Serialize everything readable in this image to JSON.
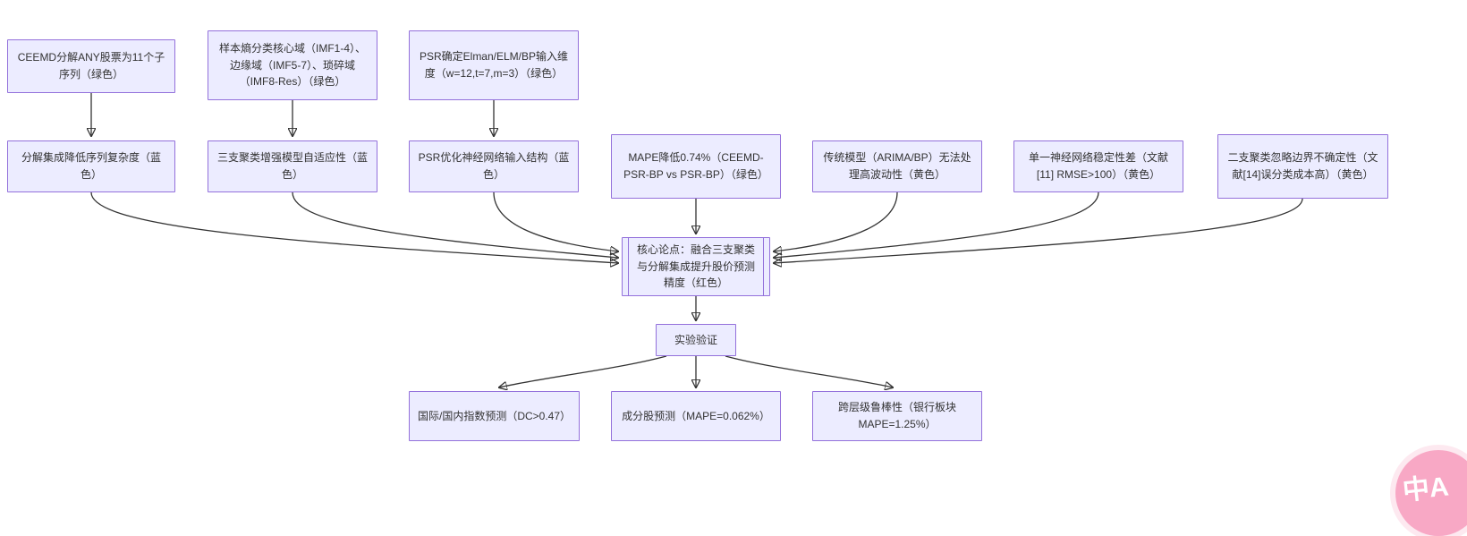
{
  "diagram": {
    "type": "flowchart",
    "nodes": {
      "A": "CEEMD分解ANY股票为11个子序列（绿色）",
      "B": "样本熵分类核心域（IMF1-4）、边缘域（IMF5-7）、琐碎域（IMF8-Res）（绿色）",
      "C": "PSR确定Elman/ELM/BP输入维度（w=12,t=7,m=3）（绿色）",
      "D": "分解集成降低序列复杂度（蓝色）",
      "E": "三支聚类增强模型自适应性（蓝色）",
      "F": "PSR优化神经网络输入结构（蓝色）",
      "G": "MAPE降低0.74%（CEEMD-PSR-BP vs PSR-BP）（绿色）",
      "H": "传统模型（ARIMA/BP）无法处理高波动性（黄色）",
      "I": "单一神经网络稳定性差（文献[11] RMSE>100）（黄色）",
      "J": "二支聚类忽略边界不确定性（文献[14]误分类成本高）（黄色）",
      "core": "核心论点：融合三支聚类与分解集成提升股价预测精度（红色）",
      "exp": "实验验证",
      "K": "国际/国内指数预测（DC>0.47）",
      "L": "成分股预测（MAPE=0.062%）",
      "M": "跨层级鲁棒性（银行板块MAPE=1.25%）"
    },
    "edges": [
      {
        "from": "A",
        "to": "D"
      },
      {
        "from": "B",
        "to": "E"
      },
      {
        "from": "C",
        "to": "F"
      },
      {
        "from": "D",
        "to": "core"
      },
      {
        "from": "E",
        "to": "core"
      },
      {
        "from": "F",
        "to": "core"
      },
      {
        "from": "G",
        "to": "core"
      },
      {
        "from": "H",
        "to": "core"
      },
      {
        "from": "I",
        "to": "core"
      },
      {
        "from": "J",
        "to": "core"
      },
      {
        "from": "core",
        "to": "exp"
      },
      {
        "from": "exp",
        "to": "K"
      },
      {
        "from": "exp",
        "to": "L"
      },
      {
        "from": "exp",
        "to": "M"
      }
    ],
    "colors": {
      "node_fill": "#ECECFF",
      "node_border": "#9370DB",
      "text": "#333333",
      "edge": "#333333"
    }
  },
  "badge": {
    "text": "中A",
    "color": "#F8A8C5"
  }
}
